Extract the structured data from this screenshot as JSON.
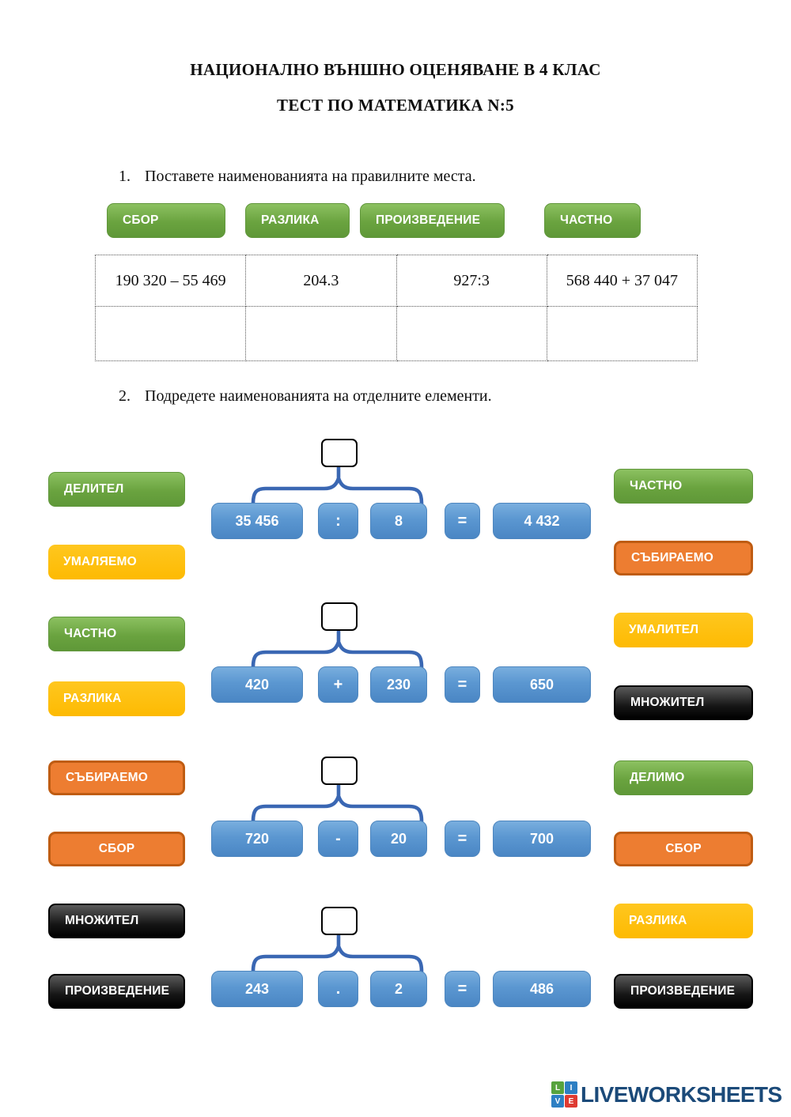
{
  "header": {
    "title_line1": "НАЦИОНАЛНО ВЪНШНО ОЦЕНЯВАНЕ В 4 КЛАС",
    "title_line2": "ТЕСТ ПО МАТЕМАТИКА N:5"
  },
  "question1": {
    "number": "1.",
    "text": "Поставете наименованията на правилните места.",
    "options": [
      {
        "label": "СБОР",
        "color": "green"
      },
      {
        "label": "РАЗЛИКА",
        "color": "green"
      },
      {
        "label": "ПРОИЗВЕДЕНИЕ",
        "color": "green"
      },
      {
        "label": "ЧАСТНО",
        "color": "green"
      }
    ],
    "table": {
      "expressions": [
        "190 320 – 55 469",
        "204.3",
        "927:3",
        "568 440 + 37 047"
      ],
      "answer_row": [
        "",
        "",
        "",
        ""
      ]
    }
  },
  "question2": {
    "number": "2.",
    "text": "Подредете наименованията на отделните елементи.",
    "left_labels": [
      {
        "label": "ДЕЛИТЕЛ",
        "color": "green"
      },
      {
        "label": "УМАЛЯЕМО",
        "color": "yellow"
      },
      {
        "label": "ЧАСТНО",
        "color": "green"
      },
      {
        "label": "РАЗЛИКА",
        "color": "yellow"
      },
      {
        "label": "СЪБИРАЕМО",
        "color": "orange"
      },
      {
        "label": "СБОР",
        "color": "orange"
      },
      {
        "label": "МНОЖИТЕЛ",
        "color": "black"
      },
      {
        "label": "ПРОИЗВЕДЕНИЕ",
        "color": "black"
      }
    ],
    "right_labels": [
      {
        "label": "ЧАСТНО",
        "color": "green"
      },
      {
        "label": "СЪБИРАЕМО",
        "color": "orange"
      },
      {
        "label": "УМАЛИТЕЛ",
        "color": "yellow"
      },
      {
        "label": "МНОЖИТЕЛ",
        "color": "black"
      },
      {
        "label": "ДЕЛИМО",
        "color": "green"
      },
      {
        "label": "СБОР",
        "color": "orange"
      },
      {
        "label": "РАЗЛИКА",
        "color": "yellow"
      },
      {
        "label": "ПРОИЗВЕДЕНИЕ",
        "color": "black"
      }
    ],
    "equations": [
      {
        "terms": [
          "35 456",
          ":",
          "8",
          "=",
          "4 432"
        ]
      },
      {
        "terms": [
          "420",
          "+",
          "230",
          "=",
          "650"
        ]
      },
      {
        "terms": [
          "720",
          "-",
          "20",
          "=",
          "700"
        ]
      },
      {
        "terms": [
          "243",
          ".",
          "2",
          "=",
          "486"
        ]
      }
    ]
  },
  "footer": {
    "brand": "LIVEWORKSHEETS",
    "brand_color": "#1b4a79",
    "tiles": [
      {
        "letter": "L",
        "color": "#57a33e"
      },
      {
        "letter": "I",
        "color": "#2d7fc3"
      },
      {
        "letter": "V",
        "color": "#2d7fc3"
      },
      {
        "letter": "E",
        "color": "#de3a31"
      }
    ]
  },
  "colors": {
    "green": "#70ad47",
    "yellow": "#ffc000",
    "orange": "#ed7d31",
    "black": "#000000",
    "blue_term": "#5b9bd5",
    "bracket_blue": "#3a67b3"
  }
}
